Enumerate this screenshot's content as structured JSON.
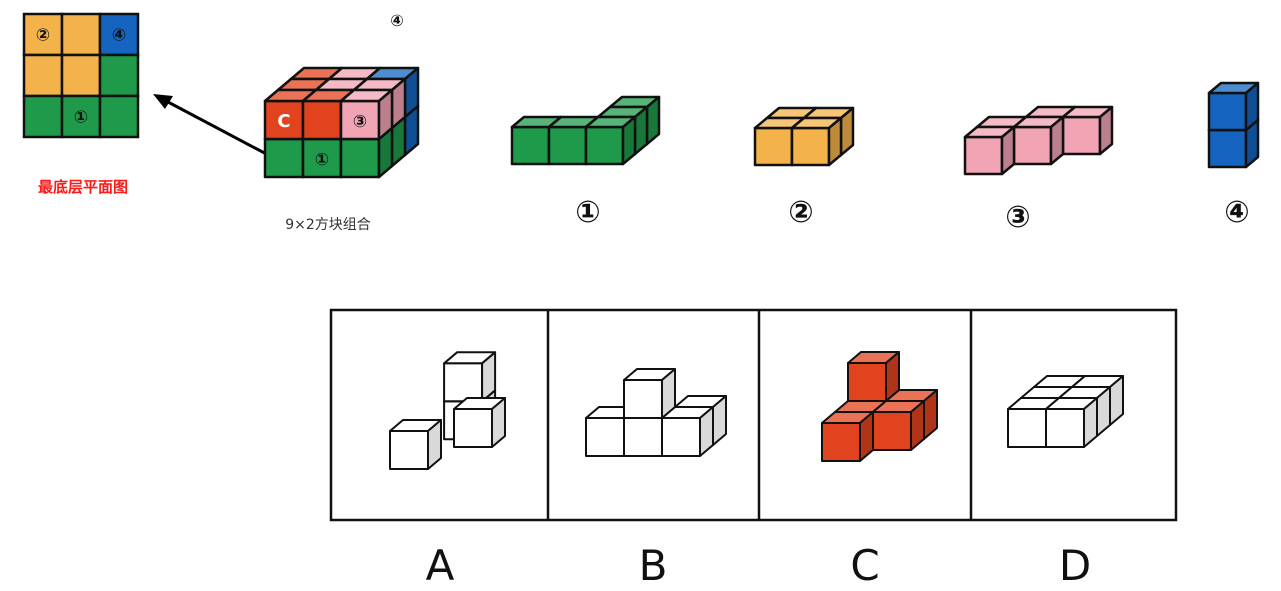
{
  "floor_plan": {
    "caption": "最底层平面图",
    "cells": [
      {
        "color": "orange",
        "mark": "②"
      },
      {
        "color": "orange",
        "mark": ""
      },
      {
        "color": "blue",
        "mark": "④"
      },
      {
        "color": "orange",
        "mark": ""
      },
      {
        "color": "orange",
        "mark": ""
      },
      {
        "color": "green",
        "mark": ""
      },
      {
        "color": "green",
        "mark": ""
      },
      {
        "color": "green",
        "mark": "①"
      },
      {
        "color": "green",
        "mark": ""
      }
    ]
  },
  "assembly": {
    "caption": "9×2方块组合",
    "front_labels": {
      "top_left": "C",
      "top_right": "③",
      "bottom": "①",
      "corner": "④"
    }
  },
  "pieces": [
    {
      "label": "①",
      "color": "green"
    },
    {
      "label": "②",
      "color": "orange"
    },
    {
      "label": "③",
      "color": "pink"
    },
    {
      "label": "④",
      "color": "blue"
    }
  ],
  "options": [
    {
      "label": "A"
    },
    {
      "label": "B"
    },
    {
      "label": "C"
    },
    {
      "label": "D"
    }
  ],
  "colors": {
    "green": "#1f9a4a",
    "orange": "#f3b24a",
    "pink": "#f0a4b4",
    "blue": "#1565c0",
    "red": "#e2431f",
    "white": "#ffffff",
    "grey": "#d9d9d9",
    "caption_red": "#ff1a1a"
  }
}
